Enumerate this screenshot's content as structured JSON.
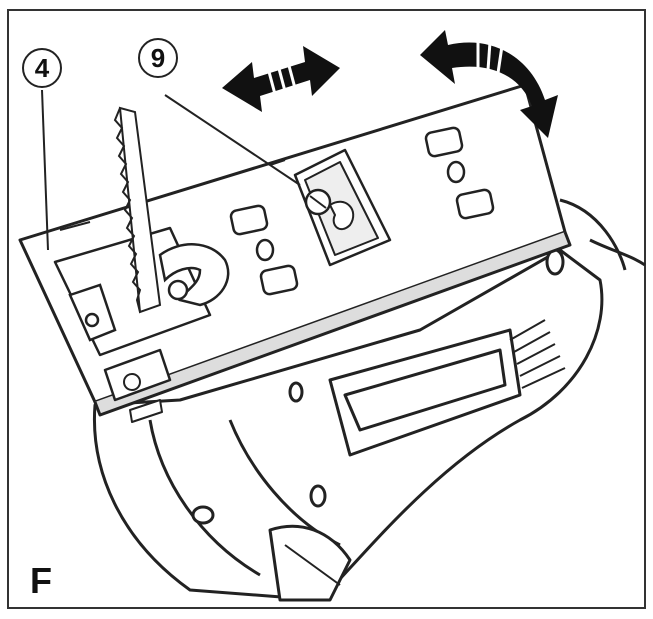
{
  "figure": {
    "letter": "F",
    "callouts": [
      {
        "label": "4"
      },
      {
        "label": "9"
      }
    ]
  },
  "colors": {
    "ink": "#222222",
    "paper": "#ffffff",
    "shade": "#555555"
  },
  "icons": {
    "linear_arrow": "double-headed-straight-arrow-icon",
    "rotate_arrow": "curved-rotation-arrow-icon"
  }
}
